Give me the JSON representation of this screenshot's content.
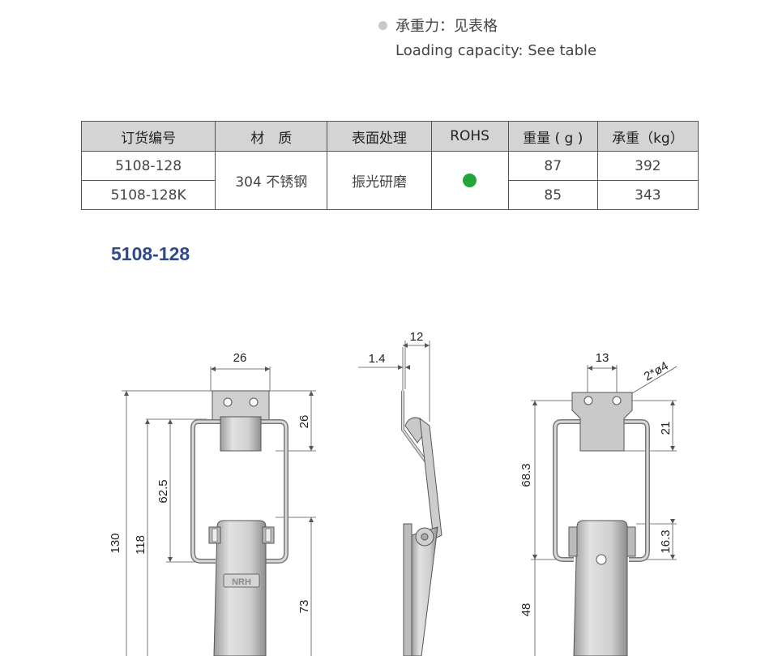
{
  "spec": {
    "load_zh": "承重力：见表格",
    "load_en": "Loading capacity: See table"
  },
  "table": {
    "headers": [
      "订货编号",
      "材　质",
      "表面处理",
      "ROHS",
      "重量 ( g )",
      "承重（kg）"
    ],
    "rows": [
      {
        "code": "5108-128",
        "weight": "87",
        "load": "392"
      },
      {
        "code": "5108-128K",
        "weight": "85",
        "load": "343"
      }
    ],
    "material": "304 不锈钢",
    "finish": "振光研磨",
    "rohs_color": "#22a63a"
  },
  "model_title": "5108-128",
  "dims": {
    "front": {
      "top_width": "26",
      "hole_height": "26",
      "loop_height": "62.5",
      "lower_height": "73",
      "inner_height": "118",
      "total_height": "130"
    },
    "side": {
      "thickness": "1.4",
      "depth": "12"
    },
    "back": {
      "hole_spacing": "13",
      "holes": "2*ø4",
      "plate_height": "21",
      "loop_height": "68.3",
      "hinge_height": "16.3",
      "lower_height": "48"
    }
  },
  "logo_text": "NRH",
  "colors": {
    "title_blue": "#2e4a8c",
    "metal": "#bfbfbf",
    "header_bg": "#d4d4d4"
  }
}
